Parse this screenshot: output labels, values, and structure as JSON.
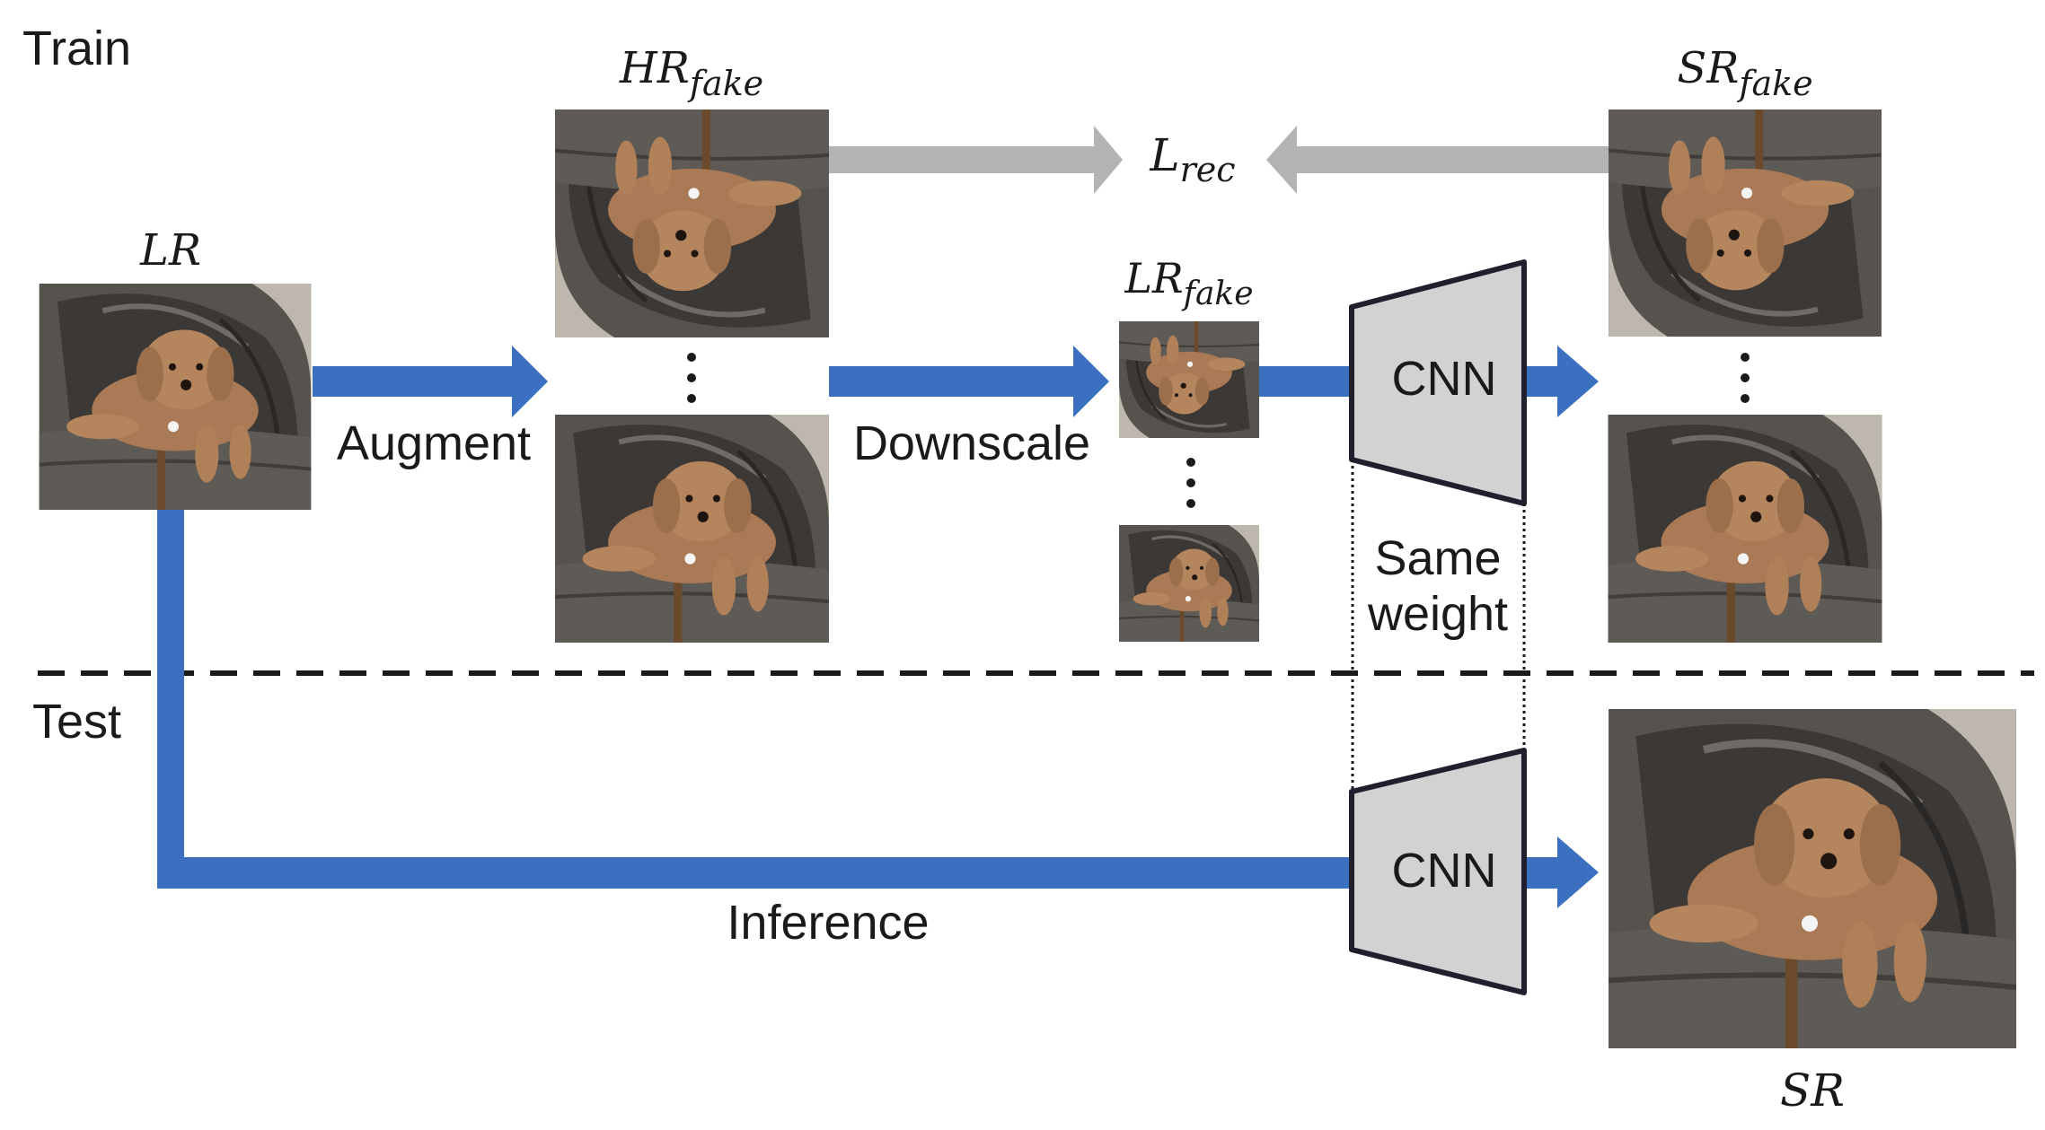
{
  "sections": {
    "train": "Train",
    "test": "Test"
  },
  "labels": {
    "lr_main": "LR",
    "hr_fake_main": "HR",
    "hr_fake_sub": "fake",
    "lr_fake_main": "LR",
    "lr_fake_sub": "fake",
    "sr_fake_main": "SR",
    "sr_fake_sub": "fake",
    "loss_main": "L",
    "loss_sub": "rec",
    "sr_main": "SR"
  },
  "steps": {
    "augment": "Augment",
    "downscale": "Downscale",
    "inference": "Inference",
    "same_weight_line1": "Same",
    "same_weight_line2": "weight"
  },
  "cnn": {
    "top": "CNN",
    "bottom": "CNN"
  },
  "colors": {
    "flow_arrow": "#3b6fc0",
    "loss_arrow": "#b3b3b3",
    "cnn_fill": "#d2d2d2",
    "cnn_stroke": "#1f1f2e",
    "dashed": "#1a1a1a"
  },
  "icons": {
    "dog_photo": "poodle-on-leather-couch-photo",
    "ellipsis": "vertical-ellipsis-icon"
  }
}
